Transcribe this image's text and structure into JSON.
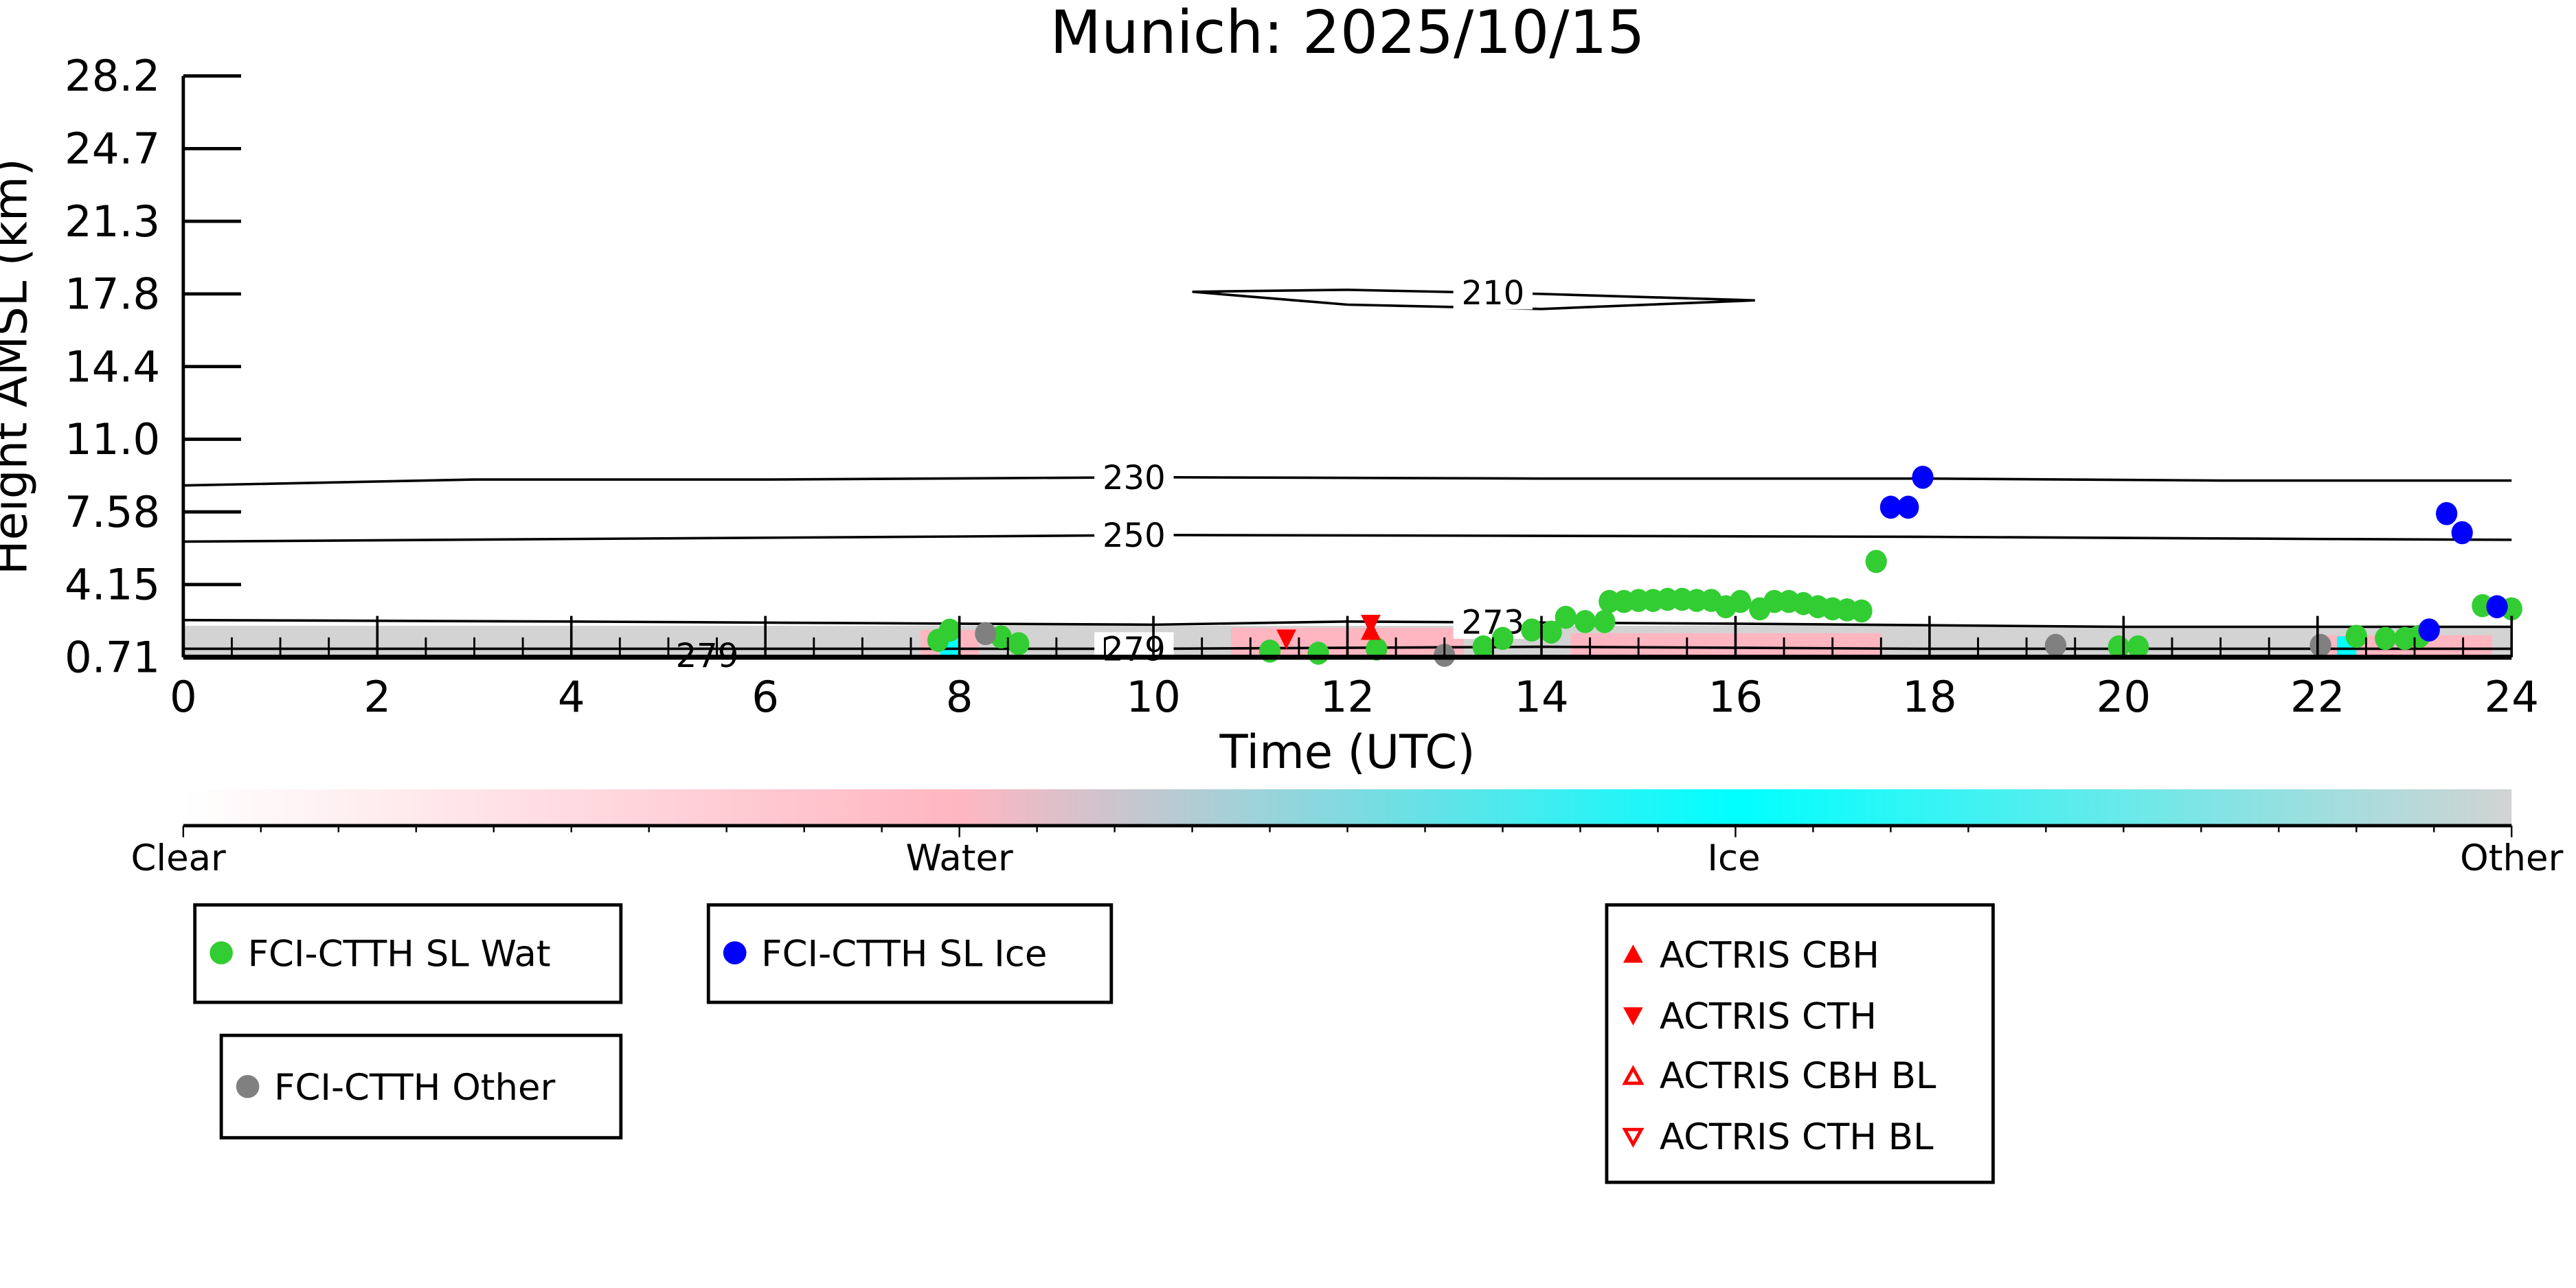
{
  "chart_data": {
    "type": "scatter",
    "title": "Munich: 2025/10/15",
    "xlabel": "Time (UTC)",
    "ylabel": "Height AMSL (km)",
    "xlim": [
      0,
      24
    ],
    "x_ticks": [
      "0",
      "2",
      "4",
      "6",
      "8",
      "10",
      "12",
      "14",
      "16",
      "18",
      "20",
      "22",
      "24"
    ],
    "y_ticks": [
      "0.71",
      "4.15",
      "7.58",
      "11.0",
      "14.4",
      "17.8",
      "21.3",
      "24.7",
      "28.2"
    ],
    "y_tick_values": [
      0.71,
      4.15,
      7.58,
      11.0,
      14.4,
      17.8,
      21.3,
      24.7,
      28.2
    ],
    "colorbar": {
      "labels": [
        "Clear",
        "Water",
        "Ice",
        "Other"
      ],
      "colors": [
        "#ffffff",
        "#ffb6c1",
        "#00ffff",
        "#d3d3d3"
      ]
    },
    "phase_band": [
      {
        "t0": 0,
        "t1": 24,
        "top": 2.2,
        "color": "#d3d3d3"
      },
      {
        "t0": 7.6,
        "t1": 8.2,
        "top": 2.0,
        "color": "#ffb6c1"
      },
      {
        "t0": 7.8,
        "t1": 8.0,
        "top": 1.8,
        "color": "#00ffff"
      },
      {
        "t0": 10.8,
        "t1": 13.2,
        "top": 2.1,
        "color": "#ffb6c1"
      },
      {
        "t0": 14.3,
        "t1": 17.5,
        "top": 1.85,
        "color": "#ffb6c1"
      },
      {
        "t0": 22.0,
        "t1": 23.8,
        "top": 1.75,
        "color": "#ffb6c1"
      },
      {
        "t0": 22.2,
        "t1": 22.4,
        "top": 1.7,
        "color": "#00ffff"
      }
    ],
    "contours": [
      {
        "level": "210",
        "label_t": 13.5,
        "points": [
          [
            10.4,
            17.9
          ],
          [
            12,
            18.0
          ],
          [
            14,
            17.8
          ],
          [
            16.2,
            17.5
          ],
          [
            14,
            17.1
          ],
          [
            12,
            17.3
          ],
          [
            10.4,
            17.9
          ]
        ]
      },
      {
        "level": "230",
        "label_t": 9.8,
        "points": [
          [
            0,
            8.82
          ],
          [
            3,
            9.1
          ],
          [
            6,
            9.1
          ],
          [
            10,
            9.21
          ],
          [
            14,
            9.15
          ],
          [
            18,
            9.15
          ],
          [
            21,
            9.06
          ],
          [
            24,
            9.06
          ]
        ]
      },
      {
        "level": "250",
        "label_t": 9.8,
        "points": [
          [
            0,
            6.18
          ],
          [
            4,
            6.3
          ],
          [
            8,
            6.42
          ],
          [
            10,
            6.49
          ],
          [
            14,
            6.45
          ],
          [
            18,
            6.4
          ],
          [
            22,
            6.3
          ],
          [
            24,
            6.26
          ]
        ]
      },
      {
        "level": "273",
        "label_t": 13.5,
        "points": [
          [
            0,
            2.47
          ],
          [
            4,
            2.4
          ],
          [
            8,
            2.3
          ],
          [
            10,
            2.25
          ],
          [
            12,
            2.4
          ],
          [
            16,
            2.3
          ],
          [
            20,
            2.15
          ],
          [
            24,
            2.15
          ]
        ]
      },
      {
        "level": "279",
        "label_t": 9.8,
        "points": [
          [
            0,
            1.11
          ],
          [
            5,
            1.11
          ],
          [
            10,
            1.11
          ],
          [
            14,
            1.2
          ],
          [
            18,
            1.11
          ],
          [
            24,
            1.11
          ]
        ]
      }
    ],
    "contour_labels_extra": [
      {
        "text": "279",
        "t": 5.4
      }
    ],
    "series": [
      {
        "name": "FCI-CTTH SL Wat",
        "marker": "circle",
        "color": "#32cd32",
        "points": [
          [
            7.78,
            1.51
          ],
          [
            7.9,
            1.99
          ],
          [
            8.43,
            1.67
          ],
          [
            8.61,
            1.35
          ],
          [
            11.2,
            1.0
          ],
          [
            11.7,
            0.9
          ],
          [
            12.3,
            1.1
          ],
          [
            13.4,
            1.2
          ],
          [
            13.6,
            1.6
          ],
          [
            13.9,
            2.0
          ],
          [
            14.1,
            1.9
          ],
          [
            14.25,
            2.6
          ],
          [
            14.45,
            2.4
          ],
          [
            14.65,
            2.4
          ],
          [
            14.7,
            3.35
          ],
          [
            14.85,
            3.35
          ],
          [
            15.0,
            3.4
          ],
          [
            15.15,
            3.4
          ],
          [
            15.3,
            3.45
          ],
          [
            15.45,
            3.45
          ],
          [
            15.6,
            3.4
          ],
          [
            15.75,
            3.4
          ],
          [
            15.9,
            3.1
          ],
          [
            16.05,
            3.35
          ],
          [
            16.25,
            3.0
          ],
          [
            16.4,
            3.35
          ],
          [
            16.55,
            3.35
          ],
          [
            16.7,
            3.25
          ],
          [
            16.85,
            3.1
          ],
          [
            17.0,
            3.0
          ],
          [
            17.15,
            2.95
          ],
          [
            17.3,
            2.9
          ],
          [
            17.45,
            5.24
          ],
          [
            19.95,
            1.2
          ],
          [
            20.15,
            1.2
          ],
          [
            22.4,
            1.7
          ],
          [
            22.7,
            1.6
          ],
          [
            22.9,
            1.6
          ],
          [
            23.05,
            1.7
          ],
          [
            23.7,
            3.15
          ],
          [
            24.0,
            3.0
          ]
        ]
      },
      {
        "name": "FCI-CTTH SL Ice",
        "marker": "circle",
        "color": "#0000ff",
        "points": [
          [
            17.6,
            7.8
          ],
          [
            17.78,
            7.8
          ],
          [
            17.93,
            9.21
          ],
          [
            23.15,
            2.0
          ],
          [
            23.33,
            7.5
          ],
          [
            23.49,
            6.6
          ],
          [
            23.85,
            3.1
          ]
        ]
      },
      {
        "name": "FCI-CTTH Other",
        "marker": "circle",
        "color": "#808080",
        "points": [
          [
            8.27,
            1.83
          ],
          [
            13.0,
            0.8
          ],
          [
            19.3,
            1.27
          ],
          [
            22.03,
            1.27
          ]
        ]
      },
      {
        "name": "ACTRIS CBH",
        "marker": "triangle-up",
        "color": "#ff0000",
        "points": [
          [
            12.24,
            2.0
          ]
        ]
      },
      {
        "name": "ACTRIS CTH",
        "marker": "triangle-down",
        "color": "#ff0000",
        "points": [
          [
            11.37,
            1.55
          ],
          [
            12.24,
            2.25
          ]
        ]
      },
      {
        "name": "ACTRIS CBH BL",
        "marker": "triangle-up-open",
        "color": "#ff0000",
        "points": []
      },
      {
        "name": "ACTRIS CTH BL",
        "marker": "triangle-down-open",
        "color": "#ff0000",
        "points": []
      }
    ],
    "legend_placement": "below"
  }
}
